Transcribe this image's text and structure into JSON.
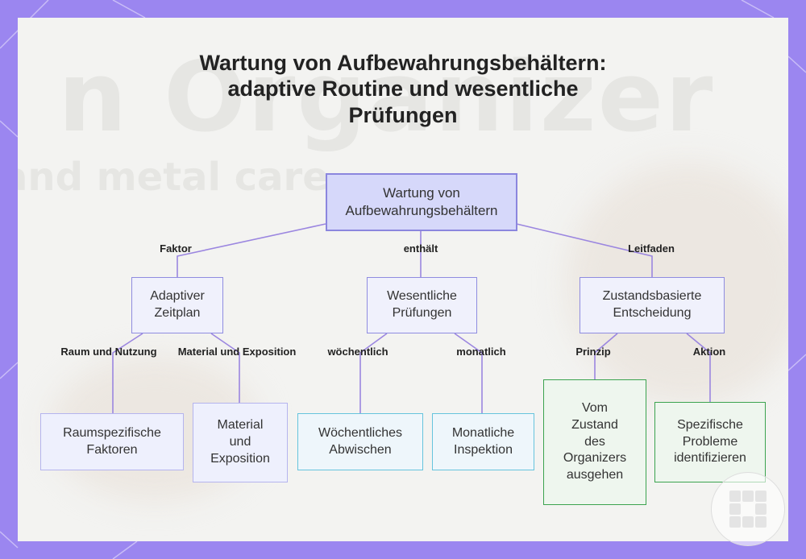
{
  "title": "Wartung von Aufbewahrungsbehältern:\nadaptive Routine und wesentliche\nPrüfungen",
  "nodes": {
    "root": "Wartung von\nAufbewahrungsbehältern",
    "adaptive": "Adaptiver\nZeitplan",
    "checks": "Wesentliche\nPrüfungen",
    "condition": "Zustandsbasierte\nEntscheidung",
    "room": "Raumspezifische\nFaktoren",
    "material": "Material\nund\nExposition",
    "weekly": "Wöchentliches\nAbwischen",
    "monthly": "Monatliche\nInspektion",
    "state": "Vom\nZustand\ndes\nOrganizers\nausgehen",
    "problems": "Spezifische\nProbleme\nidentifizieren"
  },
  "edge_labels": {
    "faktor": "Faktor",
    "enthaelt": "enthält",
    "leitfaden": "Leitfaden",
    "raum": "Raum und Nutzung",
    "material": "Material und Exposition",
    "woechentlich": "wöchentlich",
    "monatlich": "monatlich",
    "prinzip": "Prinzip",
    "aktion": "Aktion"
  },
  "colors": {
    "background": "#9b86f0",
    "edge": "#9b86e0",
    "root_fill": "#d6d8fa",
    "cyan_border": "#66c4dd",
    "green_border": "#3ba34f"
  }
}
